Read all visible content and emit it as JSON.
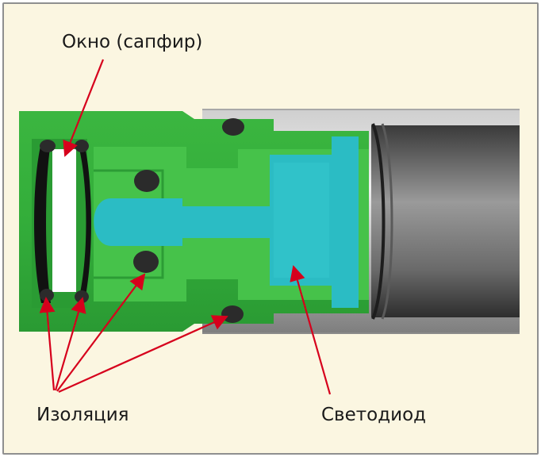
{
  "labels": {
    "window": "Окно (сапфир)",
    "insulation": "Изоляция",
    "led": "Светодиод"
  },
  "colors": {
    "background": "#fbf6e1",
    "housing_green": "#2fa83a",
    "housing_light_green": "#4ec94e",
    "led_cyan": "#2bbcc4",
    "seal_dark": "#2b2b2b",
    "tube_gray": "#9a9a9a",
    "arrow_red": "#d6001c"
  }
}
